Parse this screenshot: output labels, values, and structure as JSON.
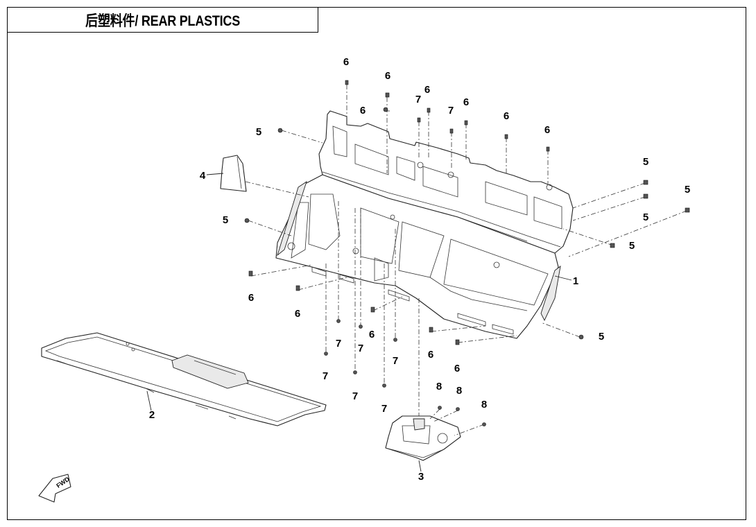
{
  "title": "后塑料件/ REAR PLASTICS",
  "fwd_label": "FWD",
  "callouts": [
    {
      "id": "c1",
      "label": "1"
    },
    {
      "id": "c2",
      "label": "2"
    },
    {
      "id": "c3",
      "label": "3"
    },
    {
      "id": "c4",
      "label": "4"
    },
    {
      "id": "c5a",
      "label": "5"
    },
    {
      "id": "c5b",
      "label": "5"
    },
    {
      "id": "c5c",
      "label": "5"
    },
    {
      "id": "c5d",
      "label": "5"
    },
    {
      "id": "c5e",
      "label": "5"
    },
    {
      "id": "c5f",
      "label": "5"
    },
    {
      "id": "c5g",
      "label": "5"
    },
    {
      "id": "c6a",
      "label": "6"
    },
    {
      "id": "c6b",
      "label": "6"
    },
    {
      "id": "c6c",
      "label": "6"
    },
    {
      "id": "c6d",
      "label": "6"
    },
    {
      "id": "c6e",
      "label": "6"
    },
    {
      "id": "c6f",
      "label": "6"
    },
    {
      "id": "c6g",
      "label": "6"
    },
    {
      "id": "c6h",
      "label": "6"
    },
    {
      "id": "c6i",
      "label": "6"
    },
    {
      "id": "c6j",
      "label": "6"
    },
    {
      "id": "c6k",
      "label": "6"
    },
    {
      "id": "c6l",
      "label": "6"
    },
    {
      "id": "c7a",
      "label": "7"
    },
    {
      "id": "c7b",
      "label": "7"
    },
    {
      "id": "c7c",
      "label": "7"
    },
    {
      "id": "c7d",
      "label": "7"
    },
    {
      "id": "c7e",
      "label": "7"
    },
    {
      "id": "c7f",
      "label": "7"
    },
    {
      "id": "c7g",
      "label": "7"
    },
    {
      "id": "c7h",
      "label": "7"
    },
    {
      "id": "c8a",
      "label": "8"
    },
    {
      "id": "c8b",
      "label": "8"
    },
    {
      "id": "c8c",
      "label": "8"
    }
  ]
}
